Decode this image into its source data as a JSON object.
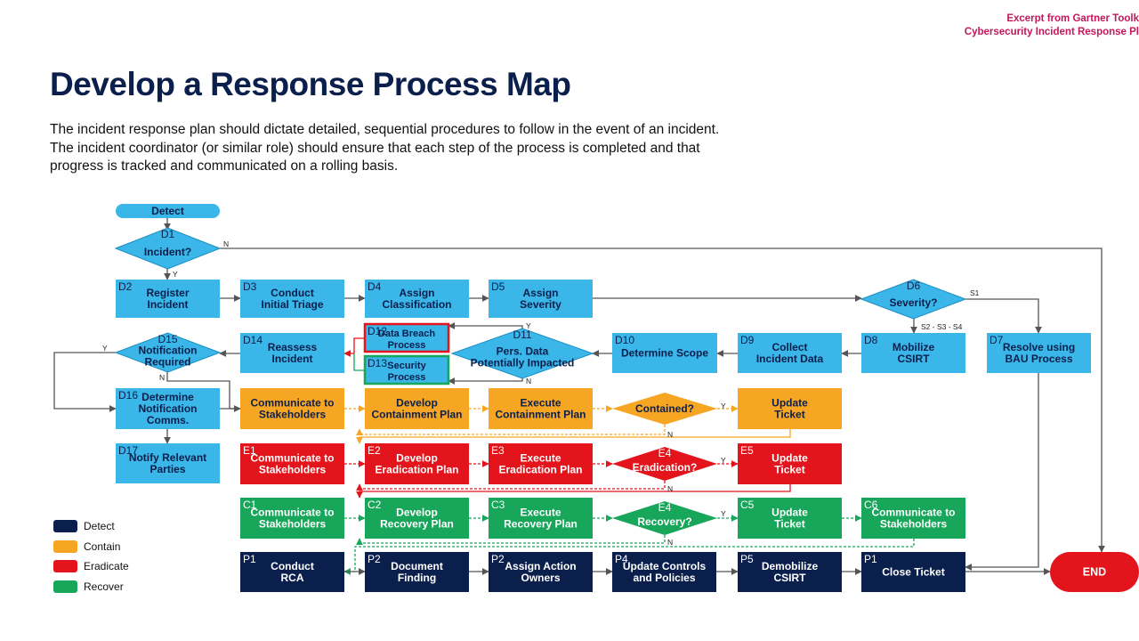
{
  "excerpt": [
    "Excerpt from Gartner Toolk",
    "Cybersecurity Incident Response Pl"
  ],
  "title": "Develop a Response Process Map",
  "intro": [
    "The incident response plan should dictate detailed, sequential procedures to follow in the event of an incident.",
    "The incident coordinator (or similar role) should ensure that each step of the process is completed and that",
    "progress is tracked and communicated on a rolling basis."
  ],
  "colors": {
    "detect": "#3ab6e8",
    "navy": "#0b1f4d",
    "contain": "#f6a623",
    "eradicate": "#e3141b",
    "recover": "#17a65a",
    "end": "#e3141b",
    "line": "#555555"
  },
  "legend": [
    {
      "label": "Detect",
      "color": "#0b1f4d"
    },
    {
      "label": "Contain",
      "color": "#f6a623"
    },
    {
      "label": "Eradicate",
      "color": "#e3141b"
    },
    {
      "label": "Recover",
      "color": "#17a65a"
    }
  ],
  "nodes": [
    {
      "id": "detect",
      "shape": "pill",
      "fill": "detect",
      "lines": [
        "Detect"
      ]
    },
    {
      "id": "d1",
      "shape": "diamond",
      "fill": "detect",
      "code": "D1",
      "lines": [
        "Incident?"
      ]
    },
    {
      "id": "d2",
      "shape": "rect",
      "fill": "detect",
      "code": "D2",
      "lines": [
        "Register",
        "Incident"
      ]
    },
    {
      "id": "d3",
      "shape": "rect",
      "fill": "detect",
      "code": "D3",
      "lines": [
        "Conduct",
        "Initial Triage"
      ]
    },
    {
      "id": "d4",
      "shape": "rect",
      "fill": "detect",
      "code": "D4",
      "lines": [
        "Assign",
        "Classification"
      ]
    },
    {
      "id": "d5",
      "shape": "rect",
      "fill": "detect",
      "code": "D5",
      "lines": [
        "Assign",
        "Severity"
      ]
    },
    {
      "id": "d6",
      "shape": "diamond",
      "fill": "detect",
      "code": "D6",
      "lines": [
        "Severity?"
      ]
    },
    {
      "id": "d7",
      "shape": "rect",
      "fill": "detect",
      "code": "D7",
      "lines": [
        "Resolve using",
        "BAU Process"
      ]
    },
    {
      "id": "d8",
      "shape": "rect",
      "fill": "detect",
      "code": "D8",
      "lines": [
        "Mobilize",
        "CSIRT"
      ]
    },
    {
      "id": "d9",
      "shape": "rect",
      "fill": "detect",
      "code": "D9",
      "lines": [
        "Collect",
        "Incident Data"
      ]
    },
    {
      "id": "d10",
      "shape": "rect",
      "fill": "detect",
      "code": "D10",
      "lines": [
        "Determine Scope"
      ]
    },
    {
      "id": "d11",
      "shape": "diamond",
      "fill": "detect",
      "code": "D11",
      "lines": [
        "Pers. Data",
        "Potentially Impacted"
      ]
    },
    {
      "id": "d12",
      "shape": "rect",
      "fill": "detect",
      "stroke": "#e3141b",
      "code": "D12",
      "lines": [
        "Data Breach",
        "Process"
      ]
    },
    {
      "id": "d13",
      "shape": "rect",
      "fill": "detect",
      "stroke": "#17a65a",
      "code": "D13",
      "lines": [
        "Security",
        "Process"
      ]
    },
    {
      "id": "d14",
      "shape": "rect",
      "fill": "detect",
      "code": "D14",
      "lines": [
        "Reassess",
        "Incident"
      ]
    },
    {
      "id": "d15",
      "shape": "diamond",
      "fill": "detect",
      "code": "D15",
      "lines": [
        "Notification",
        "Required"
      ]
    },
    {
      "id": "d16",
      "shape": "rect",
      "fill": "detect",
      "code": "D16",
      "lines": [
        "Determine",
        "Notification",
        "Comms."
      ]
    },
    {
      "id": "d17",
      "shape": "rect",
      "fill": "detect",
      "code": "D17",
      "lines": [
        "Notify Relevant",
        "Parties"
      ]
    },
    {
      "id": "c1",
      "shape": "rect",
      "fill": "contain",
      "lines": [
        "Communicate to",
        "Stakeholders"
      ]
    },
    {
      "id": "c2",
      "shape": "rect",
      "fill": "contain",
      "lines": [
        "Develop",
        "Containment Plan"
      ]
    },
    {
      "id": "c3",
      "shape": "rect",
      "fill": "contain",
      "lines": [
        "Execute",
        "Containment Plan"
      ]
    },
    {
      "id": "c4",
      "shape": "diamond",
      "fill": "contain",
      "lines": [
        "Contained?"
      ]
    },
    {
      "id": "c5",
      "shape": "rect",
      "fill": "contain",
      "lines": [
        "Update",
        "Ticket"
      ]
    },
    {
      "id": "e1",
      "shape": "rect",
      "fill": "eradicate",
      "code": "E1",
      "lines": [
        "Communicate to",
        "Stakeholders"
      ]
    },
    {
      "id": "e2",
      "shape": "rect",
      "fill": "eradicate",
      "code": "E2",
      "lines": [
        "Develop",
        "Eradication Plan"
      ]
    },
    {
      "id": "e3",
      "shape": "rect",
      "fill": "eradicate",
      "code": "E3",
      "lines": [
        "Execute",
        "Eradication Plan"
      ]
    },
    {
      "id": "e4",
      "shape": "diamond",
      "fill": "eradicate",
      "code": "E4",
      "lines": [
        "Eradication?"
      ]
    },
    {
      "id": "e5",
      "shape": "rect",
      "fill": "eradicate",
      "code": "E5",
      "lines": [
        "Update",
        "Ticket"
      ]
    },
    {
      "id": "r1",
      "shape": "rect",
      "fill": "recover",
      "code": "C1",
      "lines": [
        "Communicate to",
        "Stakeholders"
      ]
    },
    {
      "id": "r2",
      "shape": "rect",
      "fill": "recover",
      "code": "C2",
      "lines": [
        "Develop",
        "Recovery Plan"
      ]
    },
    {
      "id": "r3",
      "shape": "rect",
      "fill": "recover",
      "code": "C3",
      "lines": [
        "Execute",
        "Recovery Plan"
      ]
    },
    {
      "id": "r4",
      "shape": "diamond",
      "fill": "recover",
      "code": "E4",
      "lines": [
        "Recovery?"
      ]
    },
    {
      "id": "r5",
      "shape": "rect",
      "fill": "recover",
      "code": "C5",
      "lines": [
        "Update",
        "Ticket"
      ]
    },
    {
      "id": "r6",
      "shape": "rect",
      "fill": "recover",
      "code": "C6",
      "lines": [
        "Communicate to",
        "Stakeholders"
      ]
    },
    {
      "id": "p1",
      "shape": "rect",
      "fill": "navy",
      "code": "P1",
      "lines": [
        "Conduct",
        "RCA"
      ]
    },
    {
      "id": "p2",
      "shape": "rect",
      "fill": "navy",
      "code": "P2",
      "lines": [
        "Document",
        "Finding"
      ]
    },
    {
      "id": "p3",
      "shape": "rect",
      "fill": "navy",
      "code": "P2",
      "lines": [
        "Assign Action",
        "Owners"
      ]
    },
    {
      "id": "p4",
      "shape": "rect",
      "fill": "navy",
      "code": "P4",
      "lines": [
        "Update Controls",
        "and Policies"
      ]
    },
    {
      "id": "p5",
      "shape": "rect",
      "fill": "navy",
      "code": "P5",
      "lines": [
        "Demobilize",
        "CSIRT"
      ]
    },
    {
      "id": "p6",
      "shape": "rect",
      "fill": "navy",
      "code": "P1",
      "lines": [
        "Close Ticket"
      ]
    },
    {
      "id": "end",
      "shape": "pill",
      "fill": "end",
      "lines": [
        "END"
      ]
    }
  ],
  "edge_labels": [
    {
      "id": "d1-n",
      "text": "N"
    },
    {
      "id": "d1-y",
      "text": "Y"
    },
    {
      "id": "d6-s1",
      "text": "S1"
    },
    {
      "id": "d6-s234",
      "text": "S2 - S3 - S4"
    },
    {
      "id": "d11-y",
      "text": "Y"
    },
    {
      "id": "d11-n",
      "text": "N"
    },
    {
      "id": "d15-y",
      "text": "Y"
    },
    {
      "id": "d15-n",
      "text": "N"
    },
    {
      "id": "c4-y",
      "text": "Y"
    },
    {
      "id": "c4-n",
      "text": "N"
    },
    {
      "id": "e4-y",
      "text": "Y"
    },
    {
      "id": "e4-n",
      "text": "N"
    },
    {
      "id": "r4-y",
      "text": "Y"
    },
    {
      "id": "r4-n",
      "text": "N"
    }
  ]
}
